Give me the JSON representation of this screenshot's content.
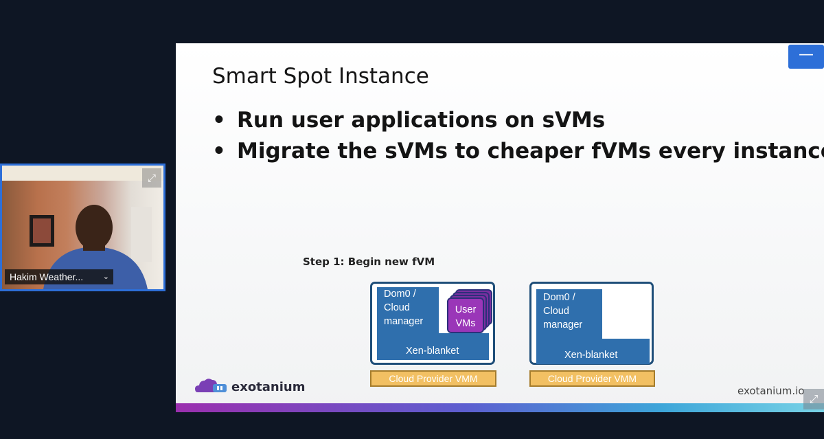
{
  "slide": {
    "title": "Smart Spot Instance",
    "bullets": [
      "Run user applications on sVMs",
      "Migrate the sVMs to cheaper fVMs every instance hour"
    ],
    "step_label": "Step 1: Begin new fVM",
    "diagram": {
      "host_left": {
        "dom0_label": "Dom0 / Cloud manager",
        "user_vms_label": "User VMs",
        "xen_label": "Xen-blanket",
        "vmm_label": "Cloud Provider VMM"
      },
      "host_right": {
        "dom0_label": "Dom0 / Cloud manager",
        "xen_label": "Xen-blanket",
        "vmm_label": "Cloud Provider VMM"
      }
    },
    "logo_text": "exotanium",
    "site_text": "exotanium.io"
  },
  "participant": {
    "name": "Hakim Weather..."
  },
  "colors": {
    "background": "#0e1624",
    "accent_blue": "#2d6fd8",
    "box_blue": "#2f6fad",
    "user_vm_purple": "#9a36b8",
    "vmm_yellow": "#f2c063"
  },
  "icons": {
    "minimize": "minimize-icon",
    "expand": "expand-icon",
    "chevron": "chevron-down-icon"
  }
}
